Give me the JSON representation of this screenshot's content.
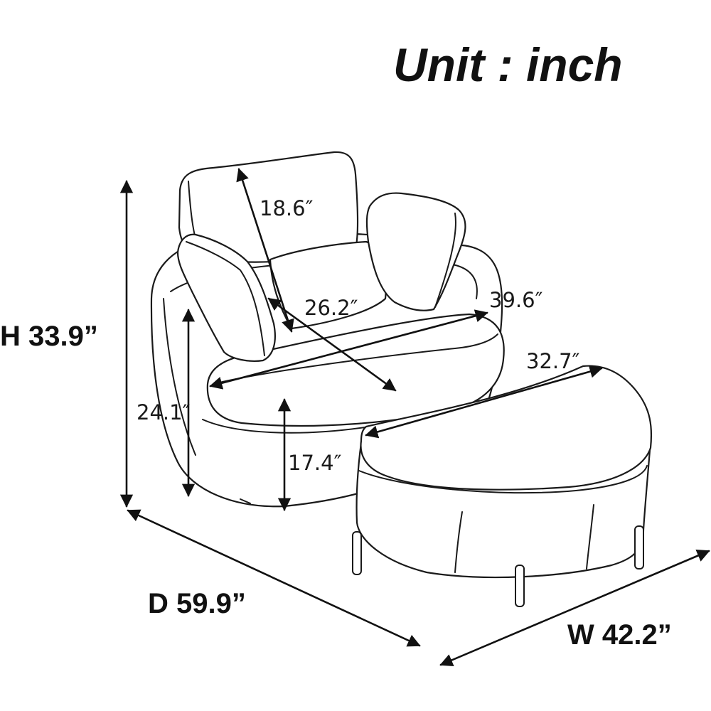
{
  "unit_label": "Unit : inch",
  "dimensions": {
    "overall_height": "H 33.9”",
    "overall_depth": "D 59.9”",
    "overall_width": "W 42.2”",
    "back_pillow_height": "18.6″",
    "seat_depth": "26.2″",
    "seat_width": "39.6″",
    "ottoman_width": "32.7″",
    "arm_height": "24.1″",
    "seat_height": "17.4″"
  }
}
